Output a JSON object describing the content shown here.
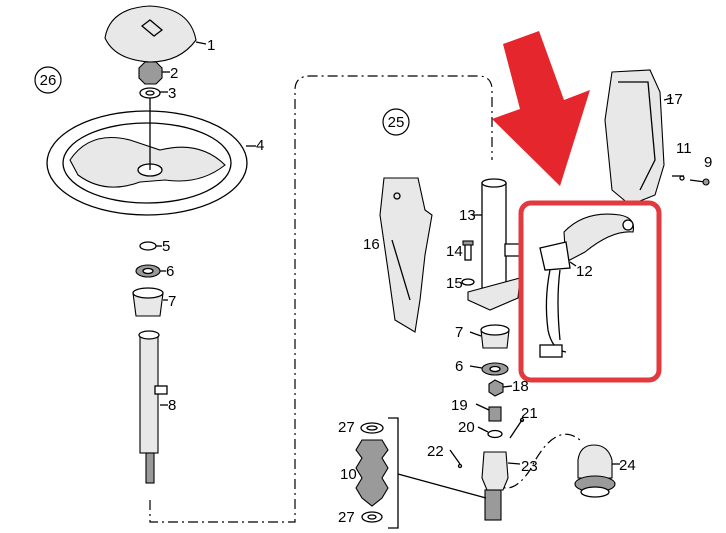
{
  "callouts": {
    "c1": "1",
    "c2": "2",
    "c3": "3",
    "c4": "4",
    "c5": "5",
    "c6": "6",
    "c7": "7",
    "c8": "8",
    "c7b": "7",
    "c6b": "6",
    "c9": "9",
    "c10": "10",
    "c11": "11",
    "c12": "12",
    "c13": "13",
    "c14": "14",
    "c15": "15",
    "c16": "16",
    "c17": "17",
    "c18": "18",
    "c19": "19",
    "c20": "20",
    "c21": "21",
    "c22": "22",
    "c23": "23",
    "c24": "24",
    "c27a": "27",
    "c27b": "27"
  },
  "group_labels": {
    "g26": "26",
    "g25": "25"
  },
  "highlight": {
    "color": "#e5262d",
    "box_color": "#e23a3f"
  }
}
